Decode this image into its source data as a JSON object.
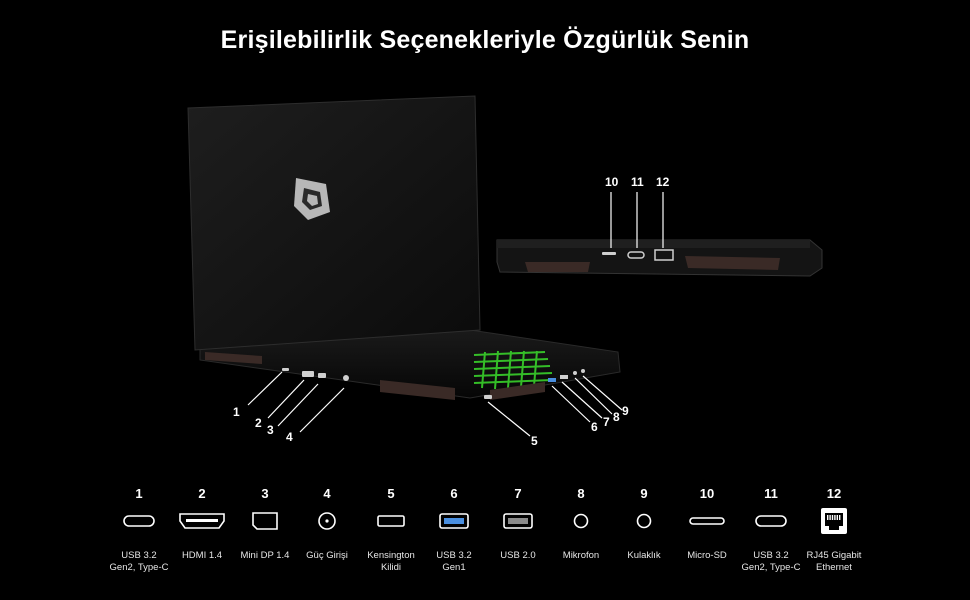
{
  "title": "Erişilebilirlik Seçenekleriyle Özgürlük Senin",
  "accent_color": "#4a8fe0",
  "keyboard_color": "#39d12b",
  "side_callouts": [
    "10",
    "11",
    "12"
  ],
  "rear_callouts": [
    "1",
    "2",
    "3",
    "4",
    "5",
    "6",
    "7",
    "8",
    "9"
  ],
  "ports": [
    {
      "num": "1",
      "label": "USB 3.2 Gen2, Type-C",
      "icon": "usb-c-icon"
    },
    {
      "num": "2",
      "label": "HDMI 1.4",
      "icon": "hdmi-icon"
    },
    {
      "num": "3",
      "label": "Mini DP 1.4",
      "icon": "mini-dp-icon"
    },
    {
      "num": "4",
      "label": "Güç Girişi",
      "icon": "power-jack-icon"
    },
    {
      "num": "5",
      "label": "Kensington Kilidi",
      "icon": "kensington-icon"
    },
    {
      "num": "6",
      "label": "USB 3.2 Gen1",
      "icon": "usb-a-blue-icon"
    },
    {
      "num": "7",
      "label": "USB 2.0",
      "icon": "usb-a-gray-icon"
    },
    {
      "num": "8",
      "label": "Mikrofon",
      "icon": "mic-jack-icon"
    },
    {
      "num": "9",
      "label": "Kulaklık",
      "icon": "headphone-jack-icon"
    },
    {
      "num": "10",
      "label": "Micro-SD",
      "icon": "micro-sd-icon"
    },
    {
      "num": "11",
      "label": "USB 3.2 Gen2, Type-C",
      "icon": "usb-c-icon"
    },
    {
      "num": "12",
      "label": "RJ45 Gigabit Ethernet",
      "icon": "ethernet-icon"
    }
  ]
}
